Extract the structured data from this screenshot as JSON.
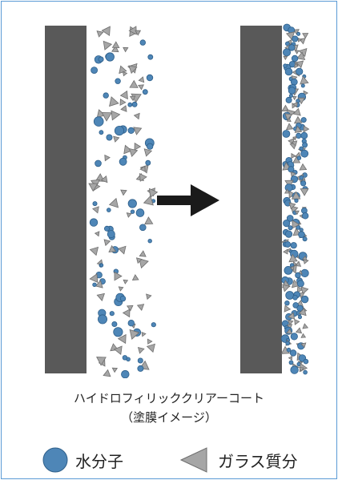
{
  "caption": {
    "line1": "ハイドロフィリッククリアーコート",
    "line2": "（塗膜イメージ）"
  },
  "legend": [
    {
      "label": "水分子",
      "icon": "circle-icon"
    },
    {
      "label": "ガラス質分",
      "icon": "triangle-icon"
    }
  ],
  "colors": {
    "frame_border": "#5b9bd5",
    "substrate": "#595959",
    "water_molecule": "#4e86b7",
    "water_molecule_stroke": "#2e5f8a",
    "glass_component": "#a6a6a6",
    "glass_component_stroke": "#6e6e6e",
    "arrow": "#1a1a1a"
  }
}
